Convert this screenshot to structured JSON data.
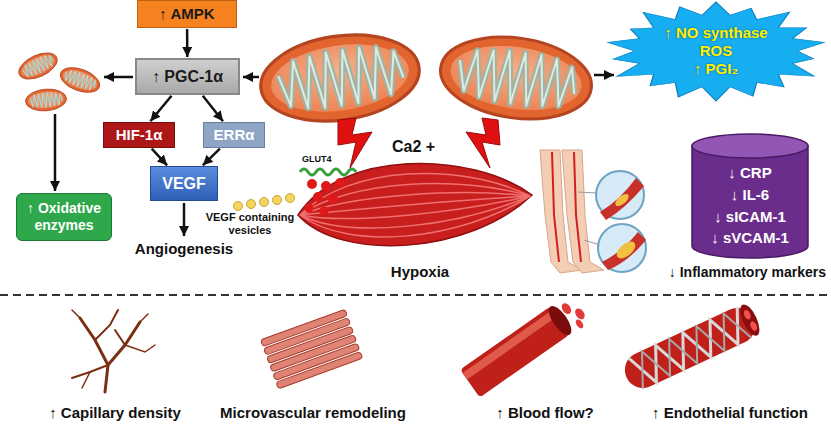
{
  "diagram": {
    "nodes": [
      {
        "text": [
          "↑ AMPK"
        ]
      },
      {
        "text": [
          "↑ PGC-1α"
        ]
      },
      {
        "text": [
          "HIF-1α"
        ]
      },
      {
        "text": [
          "ERRα"
        ]
      },
      {
        "text": [
          "↑ Oxidative enzymes"
        ]
      },
      {
        "text": [
          "VEGF"
        ]
      },
      {
        "text": [
          "↑ NO synthase",
          "ROS",
          "↑ PGI₂"
        ]
      },
      {
        "text": [
          "↓ CRP",
          "↓ IL-6",
          "↓ sICAM-1",
          "↓ sVCAM-1"
        ]
      }
    ],
    "edges": [
      {
        "from": 0,
        "to": 1,
        "arrow": "to"
      },
      {
        "from": 1,
        "to": 2,
        "arrow": "to"
      },
      {
        "from": 1,
        "to": 3,
        "arrow": "to"
      },
      {
        "from": 2,
        "to": 5,
        "arrow": "to"
      },
      {
        "from": 3,
        "to": 5,
        "arrow": "to"
      }
    ],
    "labels": [
      "Angiogenesis",
      "VEGF containing vesicles",
      "GLUT4",
      "Ca2 +",
      "Hypoxia",
      "↓ Inflammatory markers",
      "↑ Capillary density",
      "Microvascular remodeling",
      "↑ Blood flow?",
      "↑ Endothelial function"
    ]
  }
}
